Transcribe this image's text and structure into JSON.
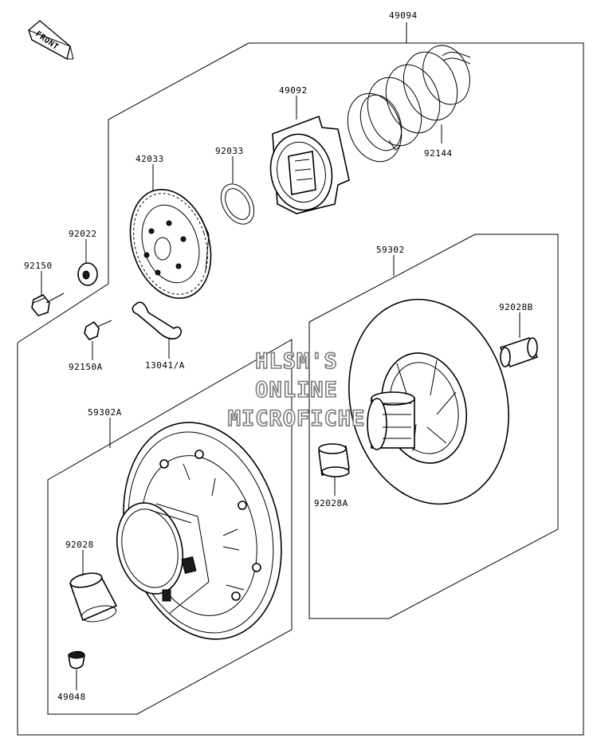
{
  "title": "",
  "front_marker": "FRONT",
  "watermark": {
    "line1": "HLSM'S",
    "line2": "ONLINE",
    "line3": "MICROFICHE"
  },
  "callouts": {
    "p49094": "49094",
    "p49092": "49092",
    "p92144": "92144",
    "p42033": "42033",
    "p92033": "92033",
    "p92022": "92022",
    "p92150": "92150",
    "p92150a": "92150A",
    "p13041a": "13041/A",
    "p59302": "59302",
    "p92028b": "92028B",
    "p59302a": "59302A",
    "p92028a": "92028A",
    "p92028": "92028",
    "p49048": "49048"
  },
  "colors": {
    "line": "#000000",
    "background": "#ffffff",
    "watermark_outline": "#7a7a7a"
  }
}
